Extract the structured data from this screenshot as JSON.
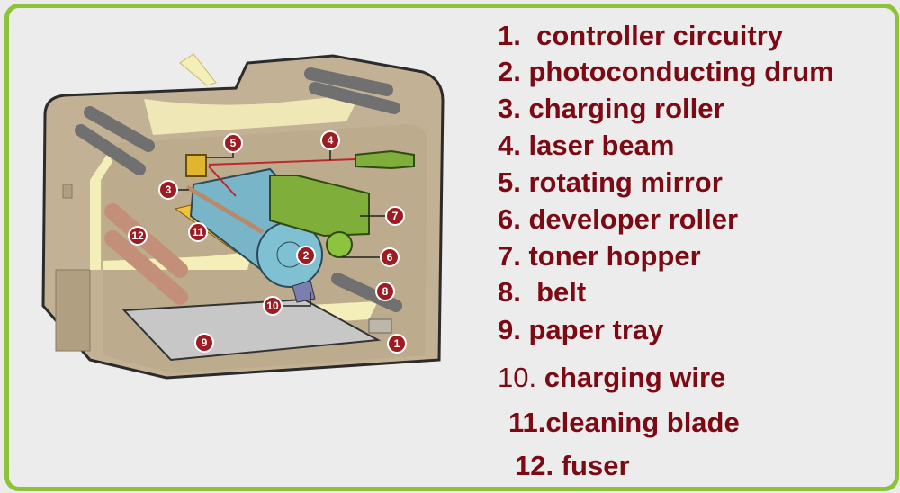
{
  "legend": [
    {
      "num": "1.",
      "label": "controller circuitry"
    },
    {
      "num": "2.",
      "label": "photoconducting drum"
    },
    {
      "num": "3.",
      "label": "charging roller"
    },
    {
      "num": "4.",
      "label": "laser beam"
    },
    {
      "num": "5.",
      "label": "rotating mirror"
    },
    {
      "num": "6.",
      "label": "developer roller"
    },
    {
      "num": "7.",
      "label": "toner hopper"
    },
    {
      "num": "8.",
      "label": "belt"
    },
    {
      "num": "9.",
      "label": "paper tray"
    },
    {
      "num": "10.",
      "label": "charging wire"
    },
    {
      "num": "11.",
      "label": "cleaning blade"
    },
    {
      "num": "12.",
      "label": "fuser"
    }
  ],
  "badges": [
    "1",
    "2",
    "3",
    "4",
    "5",
    "6",
    "7",
    "8",
    "9",
    "10",
    "11",
    "12"
  ],
  "colors": {
    "frame": "#8dc33b",
    "text": "#7b0a14",
    "badge": "#9d1b22"
  }
}
